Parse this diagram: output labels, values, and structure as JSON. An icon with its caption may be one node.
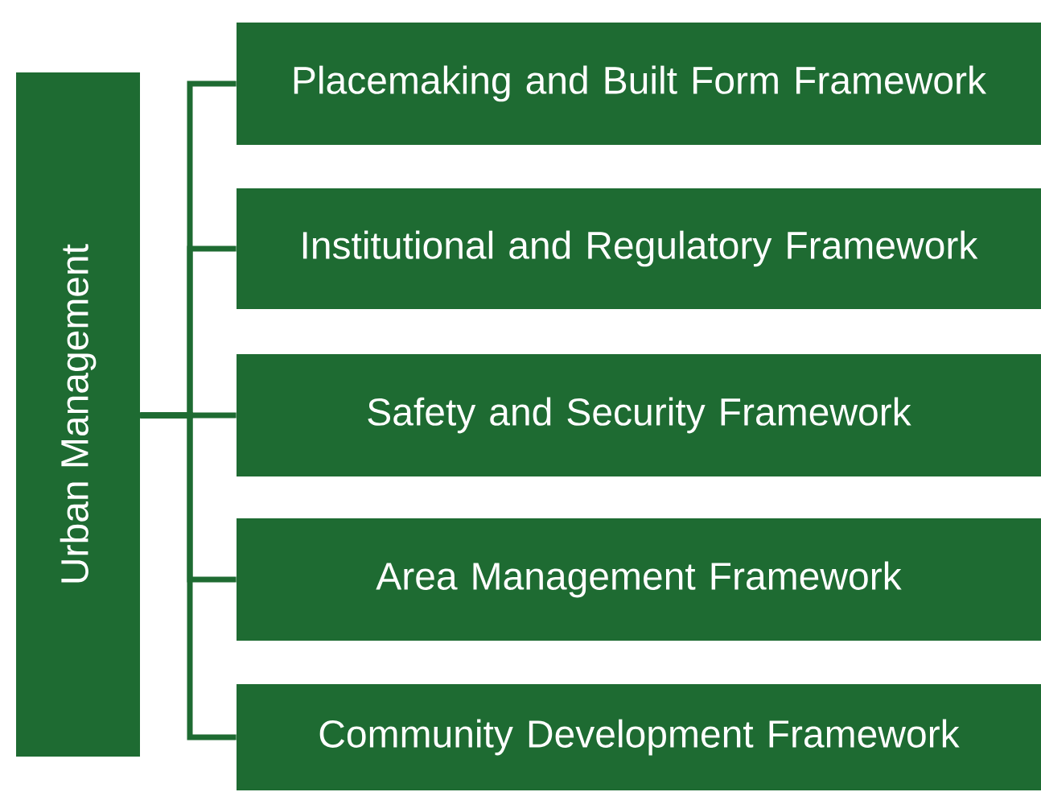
{
  "diagram": {
    "nodes": [
      {
        "text": [
          "Urban Management"
        ]
      },
      {
        "text": [
          "Placemaking and Built Form Framework"
        ]
      },
      {
        "text": [
          "Institutional and Regulatory Framework"
        ]
      },
      {
        "text": [
          "Safety and Security Framework"
        ]
      },
      {
        "text": [
          "Area Management Framework"
        ]
      },
      {
        "text": [
          "Community Development Framework"
        ]
      }
    ],
    "edges": [
      {
        "from": 0,
        "to": 1,
        "arrow": "none"
      },
      {
        "from": 0,
        "to": 2,
        "arrow": "none"
      },
      {
        "from": 0,
        "to": 3,
        "arrow": "none"
      },
      {
        "from": 0,
        "to": 4,
        "arrow": "none"
      },
      {
        "from": 0,
        "to": 5,
        "arrow": "none"
      }
    ]
  }
}
